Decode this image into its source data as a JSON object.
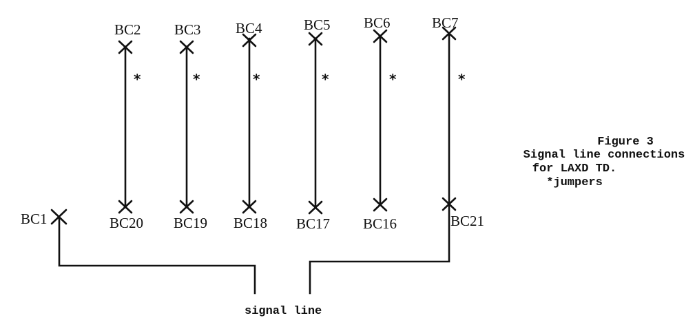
{
  "diagram": {
    "pairs": [
      {
        "top": "BC2",
        "bottom": "BC20",
        "jumper": "*"
      },
      {
        "top": "BC3",
        "bottom": "BC19",
        "jumper": "*"
      },
      {
        "top": "BC4",
        "bottom": "BC18",
        "jumper": "*"
      },
      {
        "top": "BC5",
        "bottom": "BC17",
        "jumper": "*"
      },
      {
        "top": "BC6",
        "bottom": "BC16",
        "jumper": "*"
      },
      {
        "top": "BC7",
        "bottom": "BC21",
        "jumper": "*"
      }
    ],
    "left_terminal": "BC1",
    "signal_label": "signal line"
  },
  "caption": {
    "line1": "Figure 3",
    "line2": "Signal line connections",
    "line3": "for LAXD TD.",
    "line4": "*jumpers"
  }
}
